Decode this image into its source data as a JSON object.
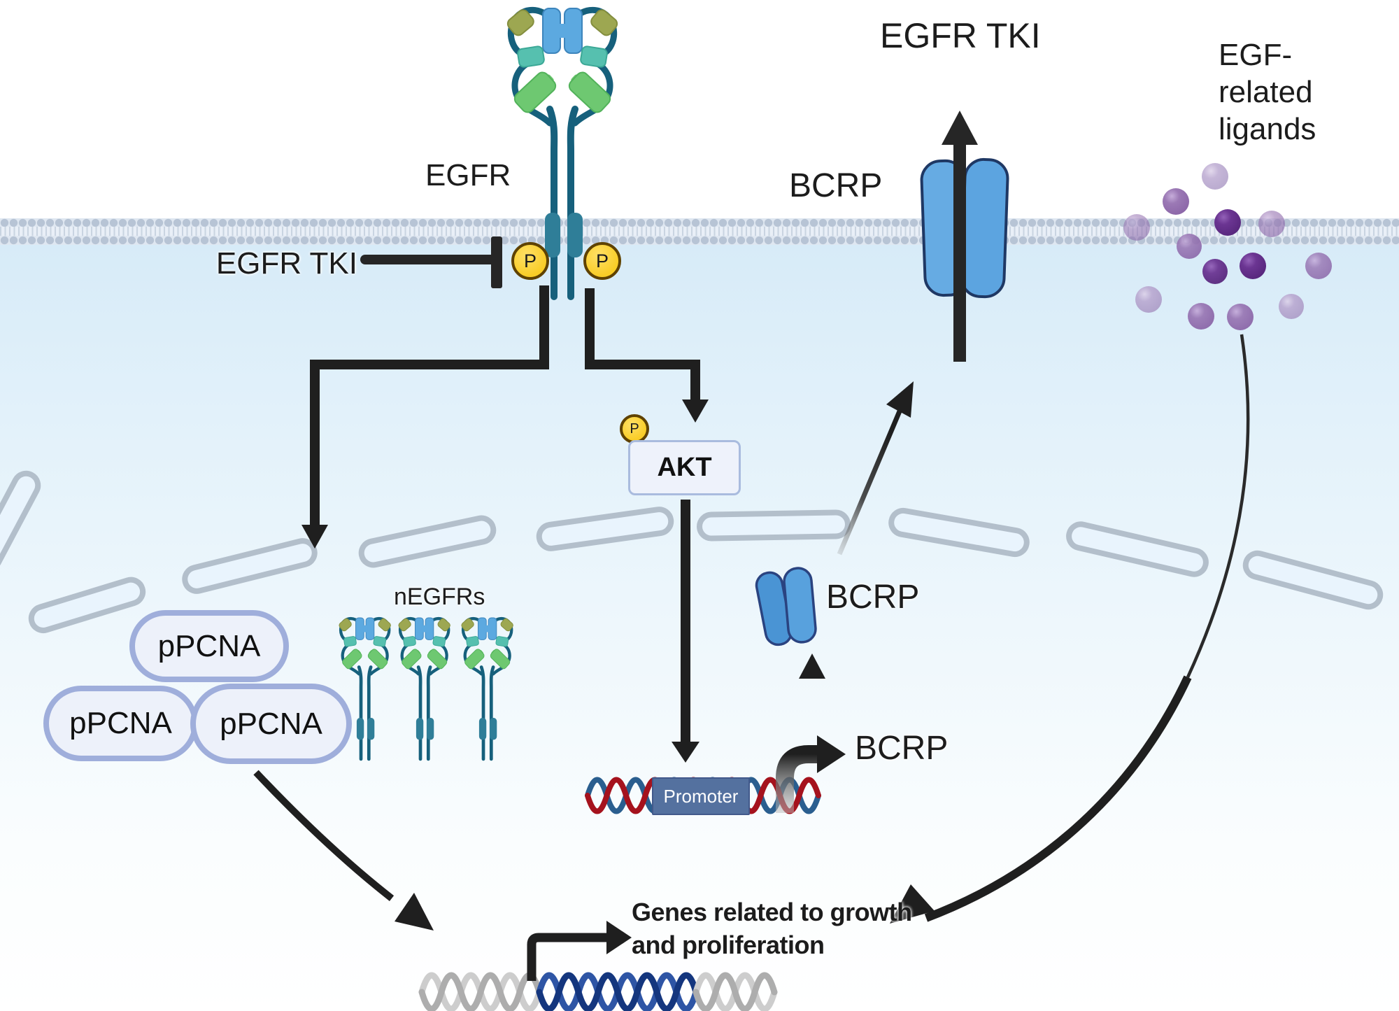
{
  "title": "EGFR / BCRP signaling pathway diagram",
  "labels": {
    "egfr": "EGFR",
    "egfr_tki_inhibitor": "EGFR TKI",
    "egfr_tki_efflux": "EGFR TKI",
    "bcrp_transporter": "BCRP",
    "bcrp_nuclear": "BCRP",
    "bcrp_gene_product": "BCRP",
    "egf_ligands_line1": "EGF-",
    "egf_ligands_line2": "related",
    "egf_ligands_line3": "ligands",
    "akt": "AKT",
    "phospho": "P",
    "negfrs": "nEGFRs",
    "ppcna_1": "pPCNA",
    "ppcna_2": "pPCNA",
    "ppcna_3": "pPCNA",
    "promoter": "Promoter",
    "genes_line1": "Genes related to growth",
    "genes_line2": "and proliferation"
  },
  "colors": {
    "membrane_heads": "#b7c4d5",
    "receptor_stem_teal": "#16607c",
    "receptor_transmembrane": "#2f7e98",
    "domain_blue": "#5ca9e0",
    "domain_olive": "#9da751",
    "domain_teal": "#56c0af",
    "domain_green": "#6ec871",
    "phospho_yellow": "#f9cd27",
    "phospho_border": "#5f4200",
    "bcrp_blue": "#5ca4e0",
    "bcrp_outline": "#1f3864",
    "akt_fill": "#eef2fb",
    "akt_border": "#a9bbde",
    "ppcna_fill": "#edf1fa",
    "ppcna_border": "#9faedb",
    "nuclear_envelope_fill": "#e9f4fd",
    "nuclear_envelope_stroke": "#b3bfcb",
    "promoter_fill": "#54719f",
    "dna_red": "#a5121d",
    "dna_steel_blue": "#2a5e8f",
    "dna_navy": "#14367e",
    "dna_navy_light": "#2e55a5",
    "dna_gray": "#adadad",
    "dna_gray_light": "#cdcdcd",
    "ligand_dark_purple": "#5e2c80",
    "ligand_medium_purple": "#906cac",
    "ligand_light_purple": "#b4a1cc",
    "arrow_black": "#1f1f1f"
  }
}
